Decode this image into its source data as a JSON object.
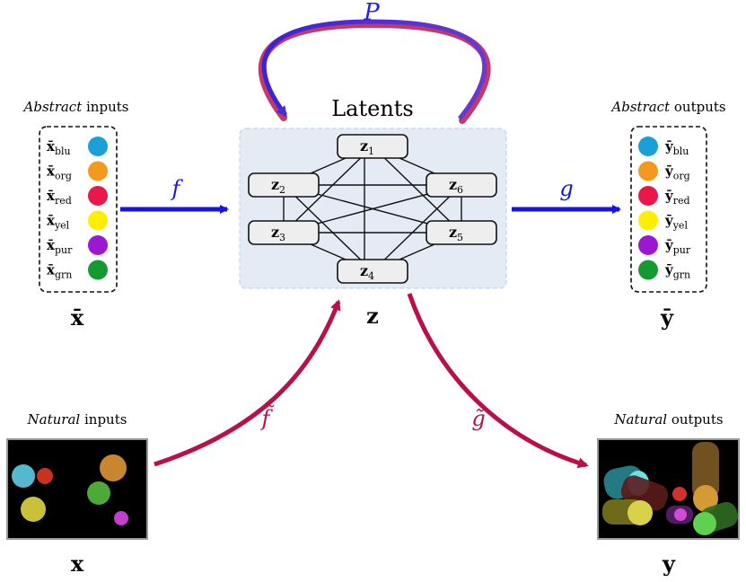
{
  "titles": {
    "abstract_inputs": {
      "italic": "Abstract",
      "rest": " inputs"
    },
    "abstract_outputs": {
      "italic": "Abstract",
      "rest": " outputs"
    },
    "natural_inputs": {
      "italic": "Natural",
      "rest": " inputs"
    },
    "natural_outputs": {
      "italic": "Natural",
      "rest": " outputs"
    },
    "latents": "Latents"
  },
  "symbols": {
    "xbar": "x̄",
    "ybar": "ȳ",
    "z": "z",
    "x": "x",
    "y": "y",
    "P": "P",
    "f": "f",
    "g": "g",
    "ftilde": "f̃",
    "gtilde": "g̃"
  },
  "abstract_inputs": [
    {
      "sym": "x̄",
      "sub": "blu",
      "color": "#1aa0d8"
    },
    {
      "sym": "x̄",
      "sub": "org",
      "color": "#f39a1e"
    },
    {
      "sym": "x̄",
      "sub": "red",
      "color": "#e8194a"
    },
    {
      "sym": "x̄",
      "sub": "yel",
      "color": "#ffee00"
    },
    {
      "sym": "x̄",
      "sub": "pur",
      "color": "#9b17d0"
    },
    {
      "sym": "x̄",
      "sub": "grn",
      "color": "#159a31"
    }
  ],
  "abstract_outputs": [
    {
      "sym": "ȳ",
      "sub": "blu",
      "color": "#1aa0d8"
    },
    {
      "sym": "ȳ",
      "sub": "org",
      "color": "#f39a1e"
    },
    {
      "sym": "ȳ",
      "sub": "red",
      "color": "#e8194a"
    },
    {
      "sym": "ȳ",
      "sub": "yel",
      "color": "#ffee00"
    },
    {
      "sym": "ȳ",
      "sub": "pur",
      "color": "#9b17d0"
    },
    {
      "sym": "ȳ",
      "sub": "grn",
      "color": "#159a31"
    }
  ],
  "latent_nodes": [
    {
      "sym": "z",
      "sub": "1"
    },
    {
      "sym": "z",
      "sub": "2"
    },
    {
      "sym": "z",
      "sub": "6"
    },
    {
      "sym": "z",
      "sub": "3"
    },
    {
      "sym": "z",
      "sub": "5"
    },
    {
      "sym": "z",
      "sub": "4"
    }
  ],
  "colors": {
    "blue_arrow": "#1414e6",
    "crimson_arrow": "#b8104a",
    "latent_panel": "#e4ebf5",
    "photo_background": "#000000"
  }
}
